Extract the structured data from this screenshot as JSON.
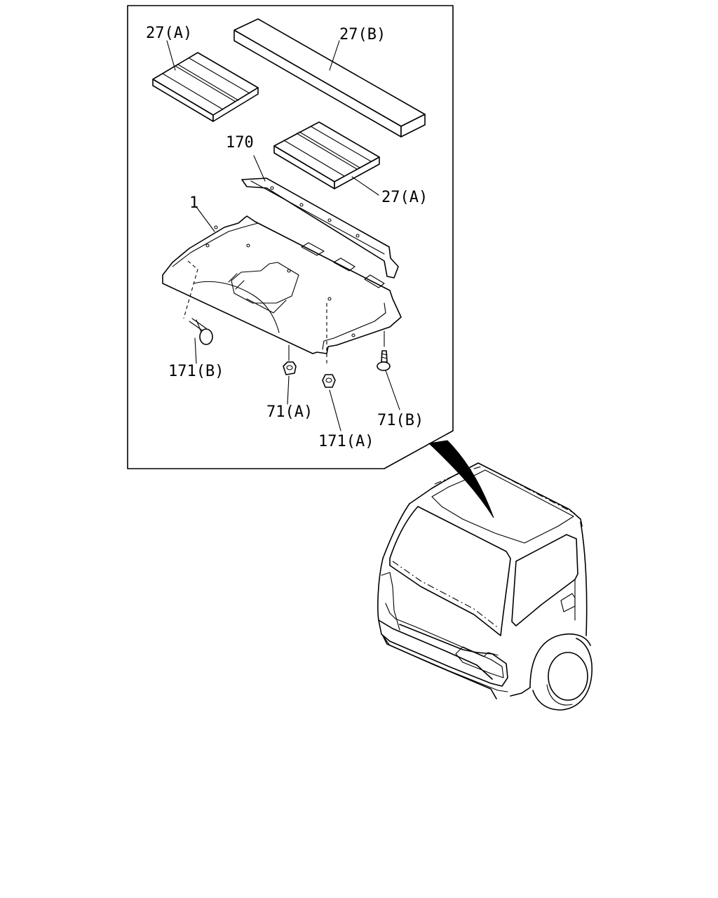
{
  "callouts": {
    "c27a_top": "27(A)",
    "c27b": "27(B)",
    "c170": "170",
    "c27a_mid": "27(A)",
    "c1": "1",
    "c171b": "171(B)",
    "c71a": "71(A)",
    "c171a": "171(A)",
    "c71b": "71(B)"
  }
}
